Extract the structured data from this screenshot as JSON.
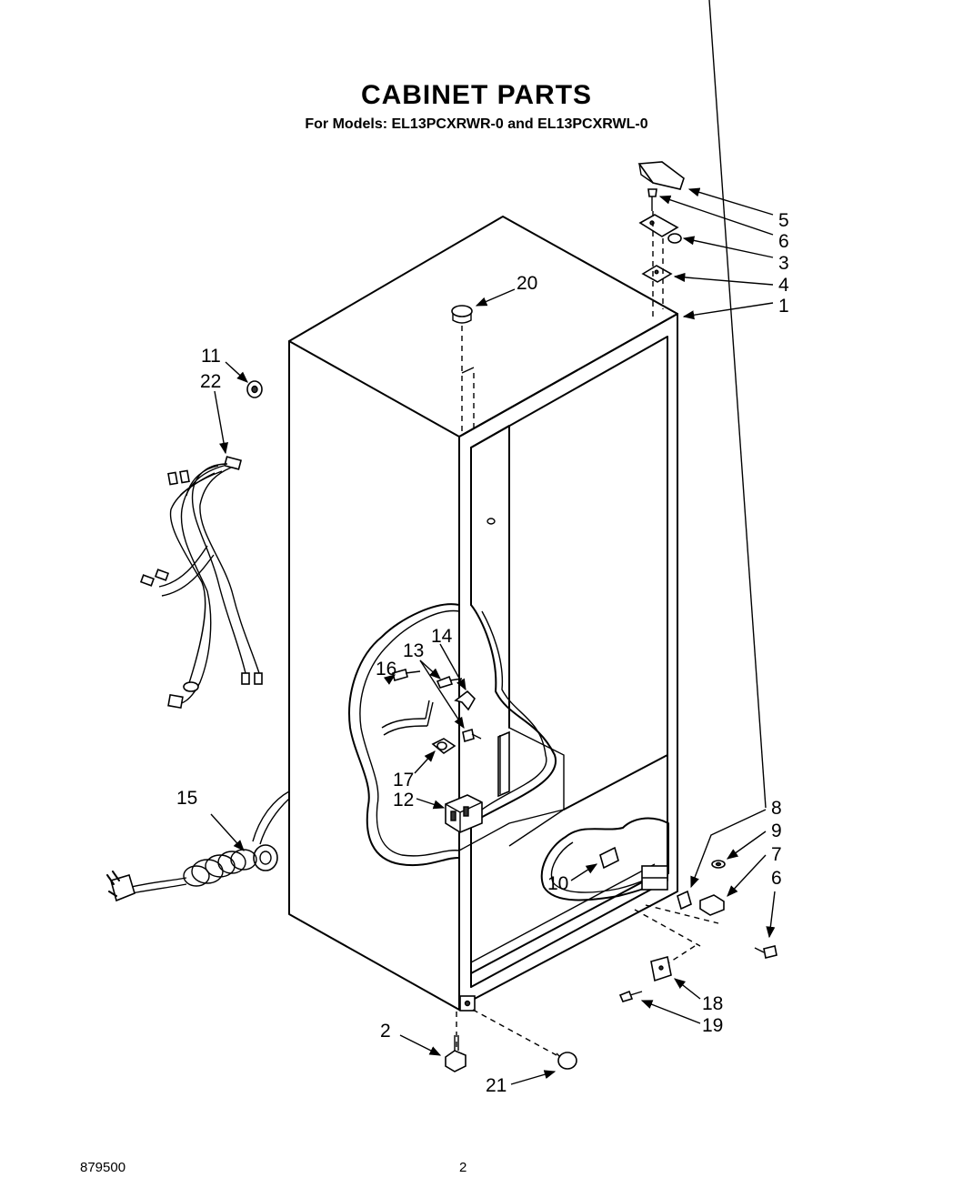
{
  "title": "CABINET PARTS",
  "subtitle": "For Models: EL13PCXRWR-0  and EL13PCXRWL-0",
  "footer": {
    "code": "879500",
    "page": "2"
  },
  "callouts": [
    {
      "id": "c5",
      "text": "5"
    },
    {
      "id": "c6a",
      "text": "6"
    },
    {
      "id": "c3",
      "text": "3"
    },
    {
      "id": "c4",
      "text": "4"
    },
    {
      "id": "c1",
      "text": "1"
    },
    {
      "id": "c20",
      "text": "20"
    },
    {
      "id": "c11",
      "text": "11"
    },
    {
      "id": "c22",
      "text": "22"
    },
    {
      "id": "c14",
      "text": "14"
    },
    {
      "id": "c13",
      "text": "13"
    },
    {
      "id": "c16",
      "text": "16"
    },
    {
      "id": "c17",
      "text": "17"
    },
    {
      "id": "c12",
      "text": "12"
    },
    {
      "id": "c15",
      "text": "15"
    },
    {
      "id": "c8",
      "text": "8"
    },
    {
      "id": "c9",
      "text": "9"
    },
    {
      "id": "c7",
      "text": "7"
    },
    {
      "id": "c6b",
      "text": "6"
    },
    {
      "id": "c10",
      "text": "10"
    },
    {
      "id": "c18",
      "text": "18"
    },
    {
      "id": "c19",
      "text": "19"
    },
    {
      "id": "c2",
      "text": "2"
    },
    {
      "id": "c21",
      "text": "21"
    }
  ]
}
